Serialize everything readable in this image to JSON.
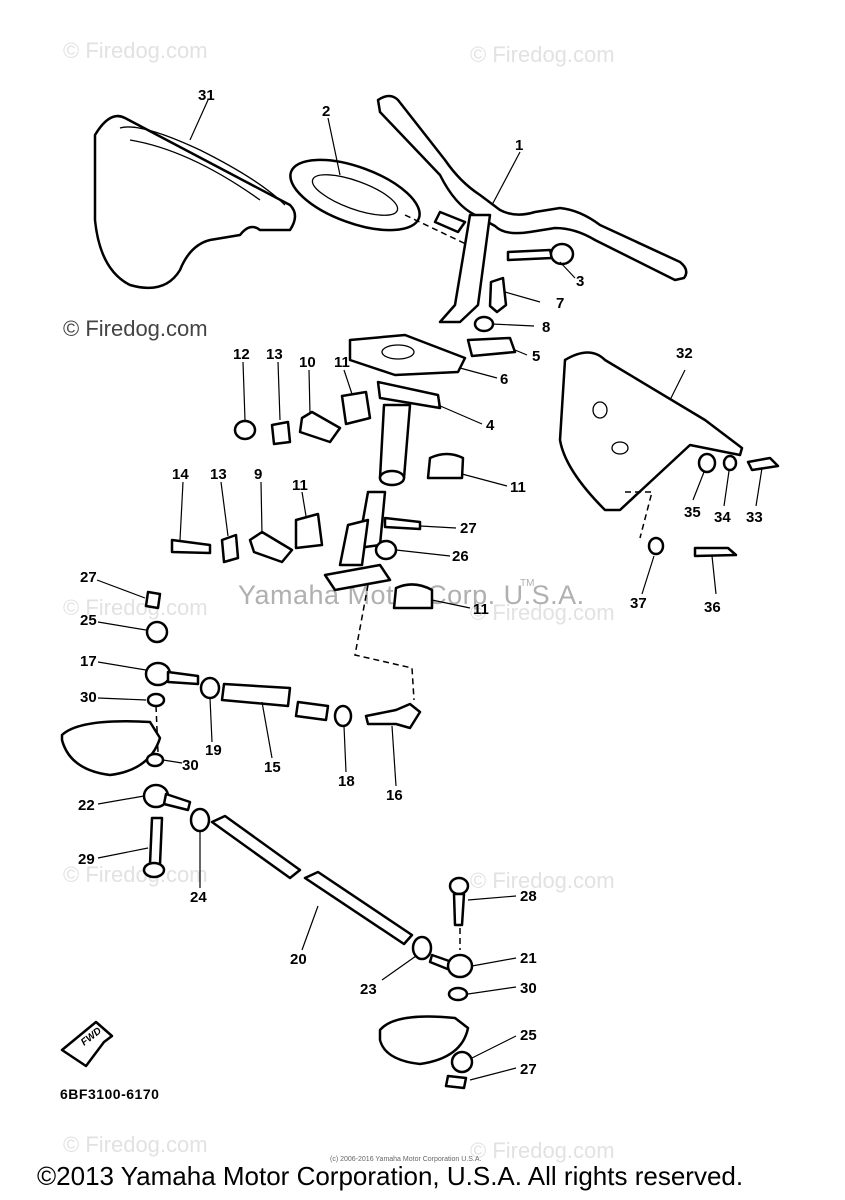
{
  "watermarks": {
    "site": "© Firedog.com",
    "corp_mark": "Yamaha Motor Corp. U.S.A.",
    "tm": "TM"
  },
  "diagram": {
    "part_code": "6BF3100-6170",
    "small_copyright": "(c) 2006-2016 Yamaha Motor Corporation  U.S.A.",
    "fwd_label": "FWD",
    "callouts": [
      "1",
      "2",
      "3",
      "4",
      "5",
      "6",
      "7",
      "8",
      "9",
      "10",
      "11",
      "11",
      "11",
      "11",
      "12",
      "13",
      "13",
      "14",
      "15",
      "16",
      "17",
      "18",
      "19",
      "20",
      "21",
      "22",
      "23",
      "24",
      "25",
      "25",
      "26",
      "27",
      "27",
      "27",
      "28",
      "29",
      "30",
      "30",
      "30",
      "31",
      "32",
      "33",
      "34",
      "35",
      "36",
      "37"
    ]
  },
  "footer": {
    "copyright": "©2013 Yamaha Motor Corporation, U.S.A. All rights reserved."
  }
}
